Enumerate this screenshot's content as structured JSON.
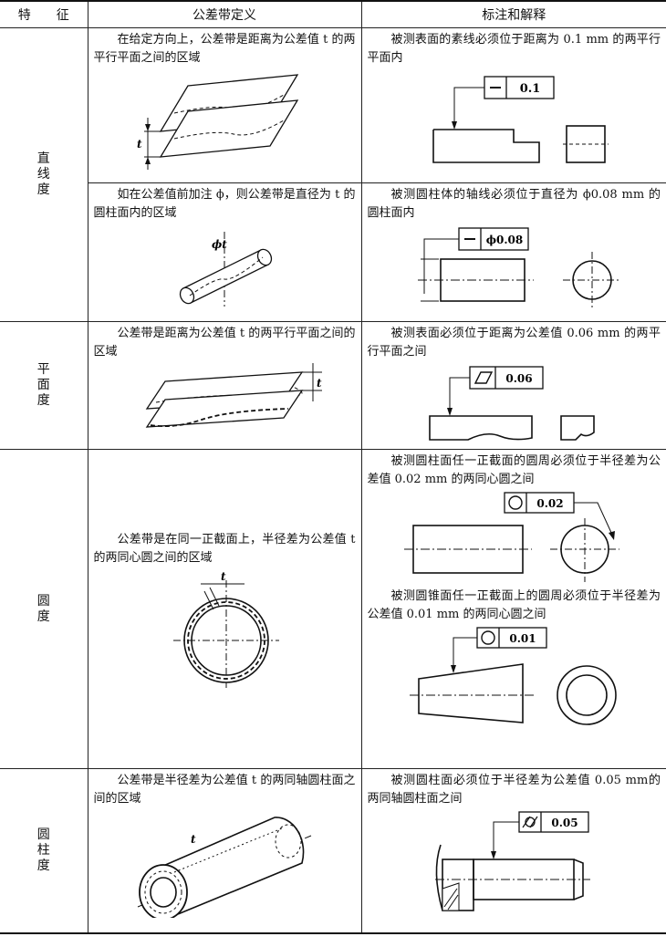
{
  "header": {
    "col1": "特　　征",
    "col2": "公差带定义",
    "col3": "标注和解释"
  },
  "rows": [
    {
      "feature": "直线度",
      "parts": [
        {
          "definition": "在给定方向上，公差带是距离为公差值 t 的两平行平面之间的区域",
          "explanation": "被测表面的素线必须位于距离为 0.1 mm 的两平行平面内",
          "fcf_value": "0.1",
          "zone_label": "t"
        },
        {
          "definition": "如在公差值前加注 ϕ，则公差带是直径为 t 的圆柱面内的区域",
          "explanation": "被测圆柱体的轴线必须位于直径为 ϕ0.08 mm 的圆柱面内",
          "fcf_value": "ϕ0.08",
          "zone_label": "ϕt"
        }
      ]
    },
    {
      "feature": "平面度",
      "definition": "公差带是距离为公差值 t 的两平行平面之间的区域",
      "explanation": "被测表面必须位于距离为公差值 0.06 mm 的两平行平面之间",
      "fcf_value": "0.06",
      "zone_label": "t"
    },
    {
      "feature": "圆度",
      "definition": "公差带是在同一正截面上，半径差为公差值 t 的两同心圆之间的区域",
      "zone_label": "t",
      "explanation_1": "被测圆柱面任一正截面的圆周必须位于半径差为公差值 0.02 mm 的两同心圆之间",
      "fcf_value_1": "0.02",
      "explanation_2": "被测圆锥面任一正截面上的圆周必须位于半径差为公差值 0.01 mm 的两同心圆之间",
      "fcf_value_2": "0.01"
    },
    {
      "feature": "圆柱度",
      "definition": "公差带是半径差为公差值 t 的两同轴圆柱面之间的区域",
      "explanation": "被测圆柱面必须位于半径差为公差值 0.05 mm的两同轴圆柱面之间",
      "fcf_value": "0.05",
      "zone_label": "t"
    }
  ]
}
